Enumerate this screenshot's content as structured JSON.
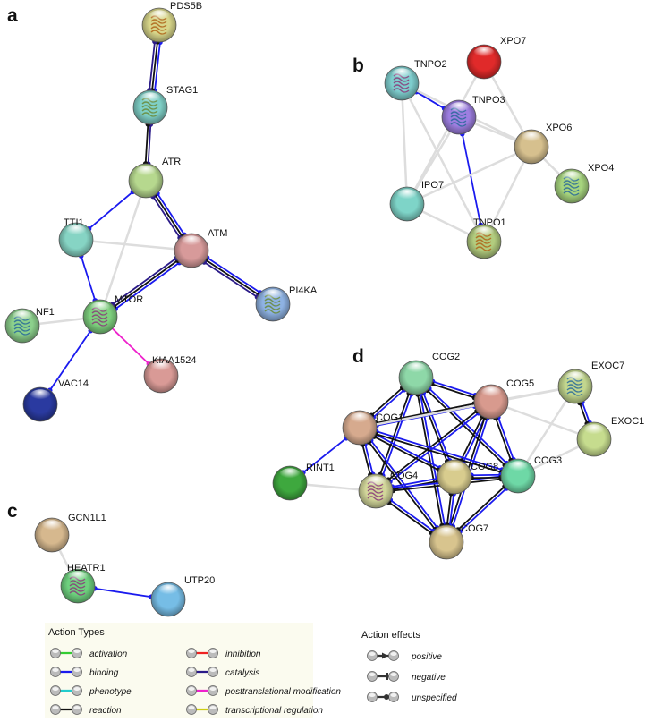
{
  "colors": {
    "activation": "#33cc33",
    "binding": "#1a1aee",
    "phenotype": "#22cccc",
    "reaction": "#111111",
    "inhibition": "#ee2222",
    "catalysis": "#2a1a88",
    "ptm": "#ee22cc",
    "transcriptional": "#cccc11",
    "association": "#dddddd"
  },
  "panels": [
    {
      "letter": "a"
    },
    {
      "letter": "b"
    },
    {
      "letter": "c"
    },
    {
      "letter": "d"
    }
  ],
  "nodes": [
    {
      "id": "PDS5B",
      "label": "PDS5B",
      "color": "#d8d68a",
      "structure": true
    },
    {
      "id": "STAG1",
      "label": "STAG1",
      "color": "#7fcfc6",
      "structure": true
    },
    {
      "id": "ATR",
      "label": "ATR",
      "color": "#b6d88e",
      "structure": false
    },
    {
      "id": "TTI1",
      "label": "TTI1",
      "color": "#86d4c4",
      "structure": false
    },
    {
      "id": "ATM",
      "label": "ATM",
      "color": "#d79a9a",
      "structure": false
    },
    {
      "id": "PI4KA",
      "label": "PI4KA",
      "color": "#8eb2e2",
      "structure": true
    },
    {
      "id": "MTOR",
      "label": "MTOR",
      "color": "#7ed07e",
      "structure": true
    },
    {
      "id": "NF1",
      "label": "NF1",
      "color": "#8cd08c",
      "structure": true
    },
    {
      "id": "KIAA1524",
      "label": "KIAA1524",
      "color": "#d99a96",
      "structure": false
    },
    {
      "id": "VAC14",
      "label": "VAC14",
      "color": "#2a3aa0",
      "structure": false
    },
    {
      "id": "TNPO2",
      "label": "TNPO2",
      "color": "#7ecdcd",
      "structure": true
    },
    {
      "id": "TNPO3",
      "label": "TNPO3",
      "color": "#9d7ee0",
      "structure": true
    },
    {
      "id": "XPO7",
      "label": "XPO7",
      "color": "#e02a2a",
      "structure": false
    },
    {
      "id": "XPO6",
      "label": "XPO6",
      "color": "#d6c08e",
      "structure": false
    },
    {
      "id": "IPO7",
      "label": "IPO7",
      "color": "#7ed4c8",
      "structure": false
    },
    {
      "id": "XPO4",
      "label": "XPO4",
      "color": "#a6d47e",
      "structure": true
    },
    {
      "id": "TNPO1",
      "label": "TNPO1",
      "color": "#b2cc7e",
      "structure": true
    },
    {
      "id": "GCN1L1",
      "label": "GCN1L1",
      "color": "#d6b88e",
      "structure": false
    },
    {
      "id": "HEATR1",
      "label": "HEATR1",
      "color": "#6ed07e",
      "structure": true
    },
    {
      "id": "UTP20",
      "label": "UTP20",
      "color": "#76bde6",
      "structure": false
    },
    {
      "id": "COG2",
      "label": "COG2",
      "color": "#8ed8a8",
      "structure": false
    },
    {
      "id": "COG5",
      "label": "COG5",
      "color": "#d89a8e",
      "structure": false
    },
    {
      "id": "COG1",
      "label": "COG1",
      "color": "#d6aa8e",
      "structure": false
    },
    {
      "id": "EXOC7",
      "label": "EXOC7",
      "color": "#c2d68e",
      "structure": true
    },
    {
      "id": "EXOC1",
      "label": "EXOC1",
      "color": "#c6dc8e",
      "structure": false
    },
    {
      "id": "RINT1",
      "label": "RINT1",
      "color": "#3ea83e",
      "structure": false
    },
    {
      "id": "COG4",
      "label": "COG4",
      "color": "#d2d69a",
      "structure": true
    },
    {
      "id": "COG8",
      "label": "COG8",
      "color": "#d8cc8e",
      "structure": false
    },
    {
      "id": "COG3",
      "label": "COG3",
      "color": "#6ed8a6",
      "structure": false
    },
    {
      "id": "COG7",
      "label": "COG7",
      "color": "#d8c48e",
      "structure": false
    }
  ],
  "edges": [
    {
      "from": "PDS5B",
      "to": "STAG1",
      "types": [
        "binding",
        "reaction",
        "catalysis"
      ]
    },
    {
      "from": "STAG1",
      "to": "ATR",
      "types": [
        "catalysis",
        "reaction"
      ]
    },
    {
      "from": "ATR",
      "to": "TTI1",
      "types": [
        "binding"
      ]
    },
    {
      "from": "ATR",
      "to": "ATM",
      "types": [
        "binding",
        "reaction",
        "catalysis"
      ]
    },
    {
      "from": "ATR",
      "to": "MTOR",
      "types": [
        "association"
      ]
    },
    {
      "from": "TTI1",
      "to": "MTOR",
      "types": [
        "binding"
      ]
    },
    {
      "from": "TTI1",
      "to": "ATM",
      "types": [
        "association"
      ]
    },
    {
      "from": "ATM",
      "to": "PI4KA",
      "types": [
        "binding",
        "reaction",
        "catalysis"
      ]
    },
    {
      "from": "ATM",
      "to": "MTOR",
      "types": [
        "binding",
        "reaction",
        "catalysis"
      ]
    },
    {
      "from": "MTOR",
      "to": "NF1",
      "types": [
        "association"
      ]
    },
    {
      "from": "MTOR",
      "to": "KIAA1524",
      "types": [
        "ptm"
      ]
    },
    {
      "from": "MTOR",
      "to": "VAC14",
      "types": [
        "binding"
      ]
    },
    {
      "from": "TNPO2",
      "to": "TNPO3",
      "types": [
        "binding"
      ]
    },
    {
      "from": "TNPO2",
      "to": "IPO7",
      "types": [
        "association"
      ]
    },
    {
      "from": "TNPO2",
      "to": "XPO6",
      "types": [
        "association"
      ]
    },
    {
      "from": "TNPO2",
      "to": "TNPO1",
      "types": [
        "association"
      ]
    },
    {
      "from": "TNPO3",
      "to": "TNPO1",
      "types": [
        "binding"
      ]
    },
    {
      "from": "TNPO3",
      "to": "XPO6",
      "types": [
        "association"
      ]
    },
    {
      "from": "TNPO3",
      "to": "IPO7",
      "types": [
        "association"
      ]
    },
    {
      "from": "XPO7",
      "to": "XPO6",
      "types": [
        "association"
      ]
    },
    {
      "from": "XPO7",
      "to": "IPO7",
      "types": [
        "association"
      ]
    },
    {
      "from": "XPO6",
      "to": "IPO7",
      "types": [
        "association"
      ]
    },
    {
      "from": "XPO6",
      "to": "XPO4",
      "types": [
        "association"
      ]
    },
    {
      "from": "XPO6",
      "to": "TNPO1",
      "types": [
        "association"
      ]
    },
    {
      "from": "IPO7",
      "to": "TNPO1",
      "types": [
        "association"
      ]
    },
    {
      "from": "GCN1L1",
      "to": "HEATR1",
      "types": [
        "association"
      ]
    },
    {
      "from": "HEATR1",
      "to": "UTP20",
      "types": [
        "binding"
      ]
    },
    {
      "from": "COG2",
      "to": "COG1",
      "types": [
        "binding",
        "reaction"
      ]
    },
    {
      "from": "COG2",
      "to": "COG5",
      "types": [
        "binding",
        "reaction"
      ]
    },
    {
      "from": "COG2",
      "to": "COG4",
      "types": [
        "binding",
        "reaction"
      ]
    },
    {
      "from": "COG2",
      "to": "COG8",
      "types": [
        "binding",
        "reaction"
      ]
    },
    {
      "from": "COG2",
      "to": "COG3",
      "types": [
        "binding",
        "reaction"
      ]
    },
    {
      "from": "COG2",
      "to": "COG7",
      "types": [
        "binding",
        "reaction"
      ]
    },
    {
      "from": "COG5",
      "to": "COG1",
      "types": [
        "binding",
        "reaction"
      ]
    },
    {
      "from": "COG5",
      "to": "COG4",
      "types": [
        "binding",
        "reaction"
      ]
    },
    {
      "from": "COG5",
      "to": "COG8",
      "types": [
        "binding",
        "reaction"
      ]
    },
    {
      "from": "COG5",
      "to": "COG3",
      "types": [
        "binding",
        "reaction"
      ]
    },
    {
      "from": "COG5",
      "to": "COG7",
      "types": [
        "binding",
        "reaction"
      ]
    },
    {
      "from": "COG1",
      "to": "COG4",
      "types": [
        "binding",
        "reaction"
      ]
    },
    {
      "from": "COG1",
      "to": "COG8",
      "types": [
        "binding",
        "reaction"
      ]
    },
    {
      "from": "COG1",
      "to": "COG3",
      "types": [
        "binding",
        "reaction"
      ]
    },
    {
      "from": "COG1",
      "to": "COG7",
      "types": [
        "binding",
        "reaction"
      ]
    },
    {
      "from": "COG4",
      "to": "COG8",
      "types": [
        "binding",
        "reaction"
      ]
    },
    {
      "from": "COG4",
      "to": "COG3",
      "types": [
        "binding",
        "reaction"
      ]
    },
    {
      "from": "COG4",
      "to": "COG7",
      "types": [
        "binding",
        "reaction"
      ]
    },
    {
      "from": "COG8",
      "to": "COG3",
      "types": [
        "binding",
        "reaction"
      ]
    },
    {
      "from": "COG8",
      "to": "COG7",
      "types": [
        "binding",
        "reaction"
      ]
    },
    {
      "from": "COG3",
      "to": "COG7",
      "types": [
        "binding",
        "reaction"
      ]
    },
    {
      "from": "RINT1",
      "to": "COG1",
      "types": [
        "binding"
      ]
    },
    {
      "from": "RINT1",
      "to": "COG4",
      "types": [
        "association"
      ]
    },
    {
      "from": "EXOC7",
      "to": "EXOC1",
      "types": [
        "binding",
        "reaction"
      ]
    },
    {
      "from": "EXOC7",
      "to": "COG5",
      "types": [
        "association"
      ]
    },
    {
      "from": "EXOC7",
      "to": "COG3",
      "types": [
        "association"
      ]
    },
    {
      "from": "EXOC7",
      "to": "COG1",
      "types": [
        "association"
      ]
    },
    {
      "from": "EXOC1",
      "to": "COG5",
      "types": [
        "association"
      ]
    },
    {
      "from": "EXOC1",
      "to": "COG3",
      "types": [
        "association"
      ]
    }
  ],
  "legend": {
    "action_types": {
      "title": "Action Types",
      "items": [
        {
          "key": "activation",
          "label": "activation"
        },
        {
          "key": "inhibition",
          "label": "inhibition"
        },
        {
          "key": "binding",
          "label": "binding"
        },
        {
          "key": "catalysis",
          "label": "catalysis"
        },
        {
          "key": "phenotype",
          "label": "phenotype"
        },
        {
          "key": "ptm",
          "label": "posttranslational modification"
        },
        {
          "key": "reaction",
          "label": "reaction"
        },
        {
          "key": "transcriptional",
          "label": "transcriptional regulation"
        }
      ]
    },
    "action_effects": {
      "title": "Action effects",
      "items": [
        {
          "key": "positive",
          "label": "positive"
        },
        {
          "key": "negative",
          "label": "negative"
        },
        {
          "key": "unspecified",
          "label": "unspecified"
        }
      ]
    }
  }
}
